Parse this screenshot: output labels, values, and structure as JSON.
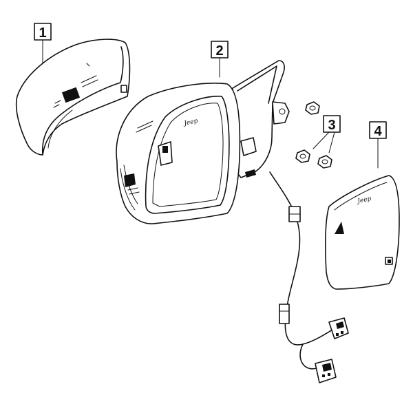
{
  "callouts": {
    "c1": "1",
    "c2": "2",
    "c3": "3",
    "c4": "4"
  },
  "parts": {
    "mirror_cover": "mirror cover (part 1)",
    "mirror_assembly": "outside mirror assembly (part 2)",
    "nuts": "mounting nuts (part 3)",
    "mirror_glass": "mirror glass (part 4)"
  },
  "logos": {
    "housing_logo": "Jeep",
    "glass_logo": "Jeep"
  },
  "icons": {
    "warning": "blind-spot-warning-triangle-icon",
    "connector": "wiring-connector-icon"
  },
  "colors": {
    "line": "#111111",
    "background": "#ffffff"
  }
}
